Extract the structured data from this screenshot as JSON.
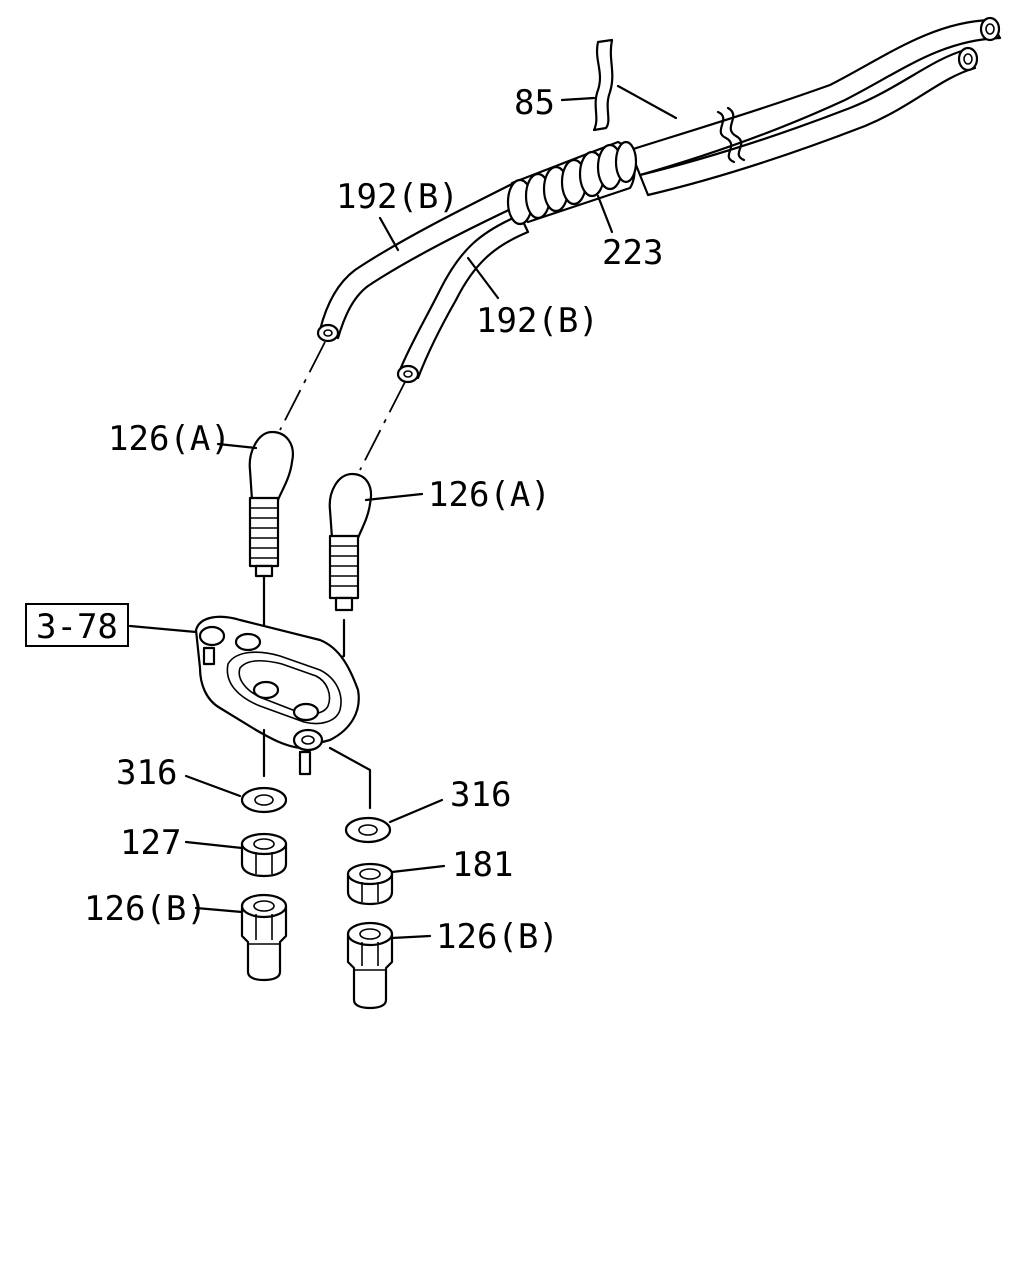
{
  "callouts": {
    "ref_85": "85",
    "hose_192b_upper": "192(B)",
    "hose_192b_lower": "192(B)",
    "protector_223": "223",
    "connector_126a_left": "126(A)",
    "connector_126a_right": "126(A)",
    "plate_ref": "3-78",
    "washer_316_left": "316",
    "washer_316_right": "316",
    "nut_127": "127",
    "nut_181": "181",
    "connector_126b_left": "126(B)",
    "connector_126b_right": "126(B)"
  }
}
